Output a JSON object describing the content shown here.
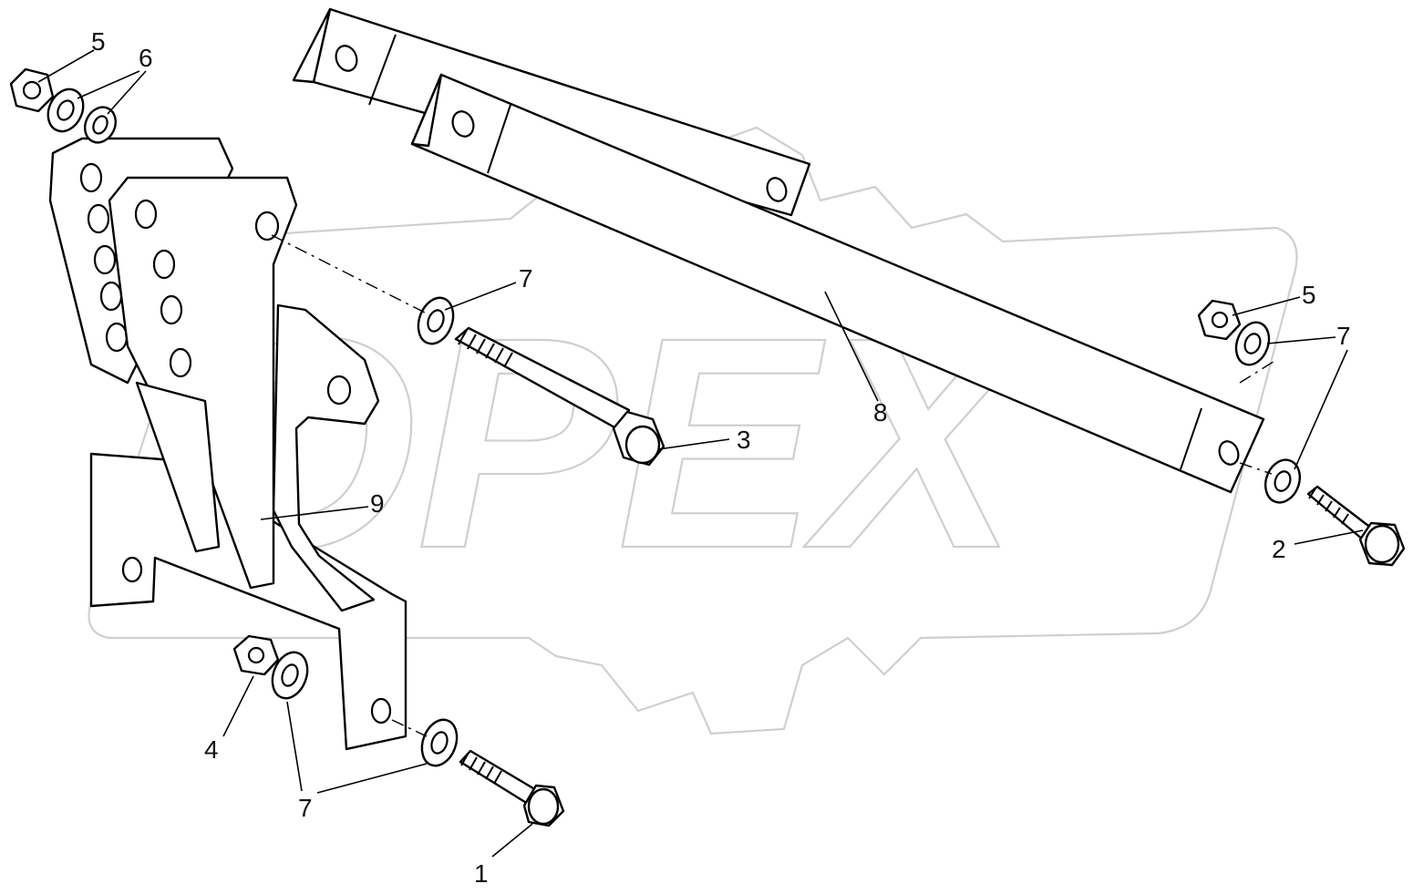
{
  "diagram": {
    "watermark_text": "OPEX",
    "callouts": [
      {
        "id": "label-1",
        "text": "1"
      },
      {
        "id": "label-2",
        "text": "2"
      },
      {
        "id": "label-3",
        "text": "3"
      },
      {
        "id": "label-4",
        "text": "4"
      },
      {
        "id": "label-5-top-left",
        "text": "5"
      },
      {
        "id": "label-5-right",
        "text": "5"
      },
      {
        "id": "label-6",
        "text": "6"
      },
      {
        "id": "label-7-top-left",
        "text": "7"
      },
      {
        "id": "label-7-center",
        "text": "7"
      },
      {
        "id": "label-7-right",
        "text": "7"
      },
      {
        "id": "label-8",
        "text": "8"
      },
      {
        "id": "label-9",
        "text": "9"
      }
    ]
  }
}
